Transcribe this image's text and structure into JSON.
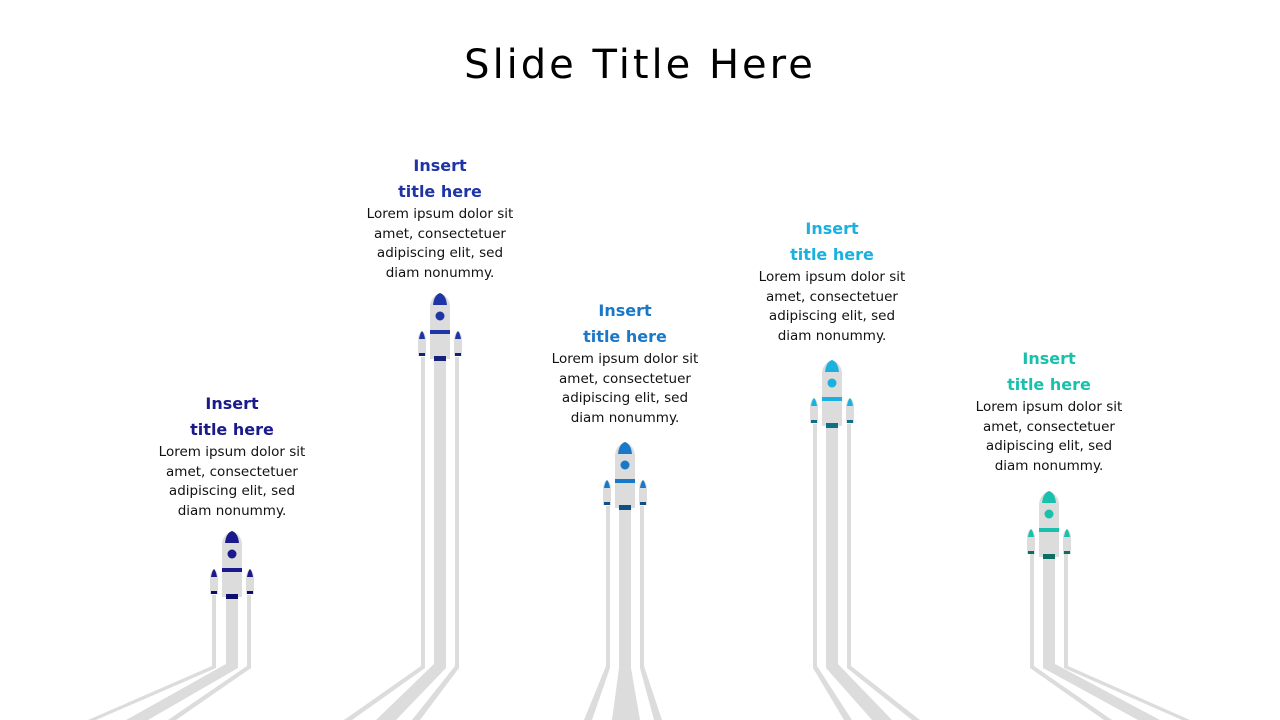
{
  "slide": {
    "title": "Slide Title Here"
  },
  "items": [
    {
      "title_line1": "Insert",
      "title_line2": "title here",
      "body": "Lorem ipsum dolor sit amet, consectetuer adipiscing elit, sed diam nonummy.",
      "color": "#1a1a8c",
      "accent_dark": "#0d0d70"
    },
    {
      "title_line1": "Insert",
      "title_line2": "title here",
      "body": "Lorem ipsum dolor sit amet, consectetuer adipiscing elit, sed diam nonummy.",
      "color": "#1f35a6",
      "accent_dark": "#14207a"
    },
    {
      "title_line1": "Insert",
      "title_line2": "title here",
      "body": "Lorem ipsum dolor sit amet, consectetuer adipiscing elit, sed diam nonummy.",
      "color": "#1a78c8",
      "accent_dark": "#0f4f86"
    },
    {
      "title_line1": "Insert",
      "title_line2": "title here",
      "body": "Lorem ipsum dolor sit amet, consectetuer adipiscing elit, sed diam nonummy.",
      "color": "#1ab0e0",
      "accent_dark": "#0e6f86"
    },
    {
      "title_line1": "Insert",
      "title_line2": "title here",
      "body": "Lorem ipsum dolor sit amet, consectetuer adipiscing elit, sed diam nonummy.",
      "color": "#19c0ac",
      "accent_dark": "#0e6e62"
    }
  ],
  "colors": {
    "trail": "#dcdcdc",
    "rocket_body": "#dcdcdc",
    "text": "#111111"
  }
}
